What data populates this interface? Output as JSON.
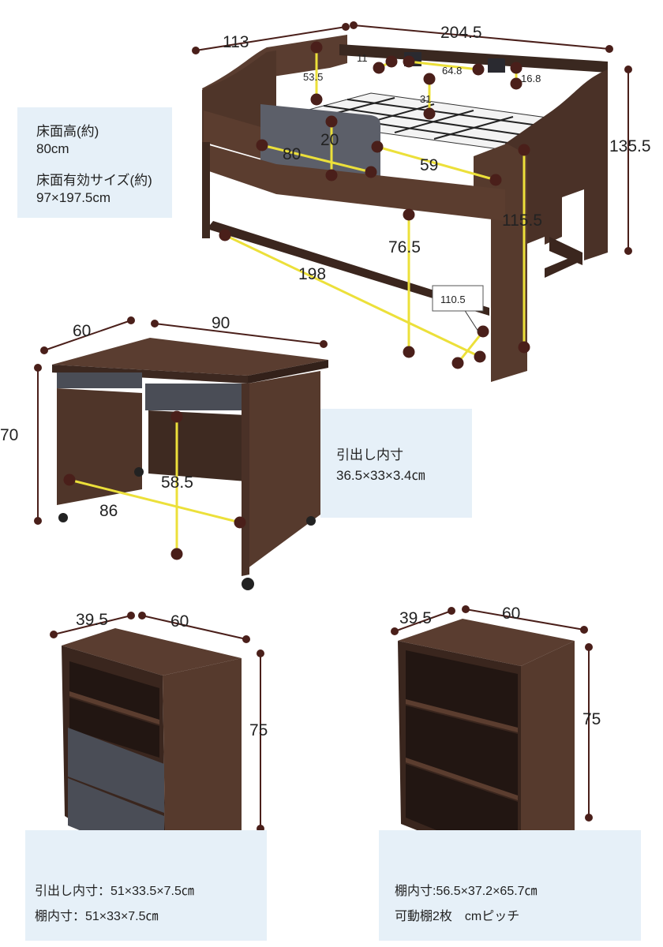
{
  "bed": {
    "dims": {
      "depth": "113",
      "width": "204.5",
      "height": "135.5",
      "shelf_height": "53.5",
      "shelf_depth": "11",
      "shelf_width": "64.8",
      "shelf_side": "16.8",
      "shelf_front": "31",
      "guard_height": "20",
      "guard_width": "80",
      "inner_width": "59",
      "ladder_height": "115.5",
      "under_height": "76.5",
      "length": "198",
      "foot": "110.5"
    },
    "info": {
      "floor_height_label": "床面高(約)",
      "floor_height_value": "80cm",
      "floor_size_label": "床面有効サイズ(約)",
      "floor_size_value": "97×197.5cm"
    }
  },
  "desk": {
    "dims": {
      "depth": "60",
      "width": "90",
      "height": "70",
      "knee_height": "58.5",
      "knee_width": "86"
    },
    "info": {
      "drawer_label": "引出し内寸",
      "drawer_value": "36.5×33×3.4㎝"
    }
  },
  "cabinet_drawers": {
    "dims": {
      "depth": "39.5",
      "width": "60",
      "height": "75"
    },
    "info": {
      "line1": "引出し内寸：51×33.5×7.5㎝",
      "line2": "棚内寸：51×33×7.5㎝"
    }
  },
  "cabinet_shelves": {
    "dims": {
      "depth": "39.5",
      "width": "60",
      "height": "75"
    },
    "info": {
      "line1": "棚内寸:56.5×37.2×65.7㎝",
      "line2": "可動棚2枚　cmピッチ"
    }
  },
  "colors": {
    "wood": "#4f3529",
    "wood_dark": "#33211a",
    "drawer_gray": "#4a4d56",
    "guide_yellow": "#ece03a",
    "panel_bg": "#e6f0f8"
  }
}
